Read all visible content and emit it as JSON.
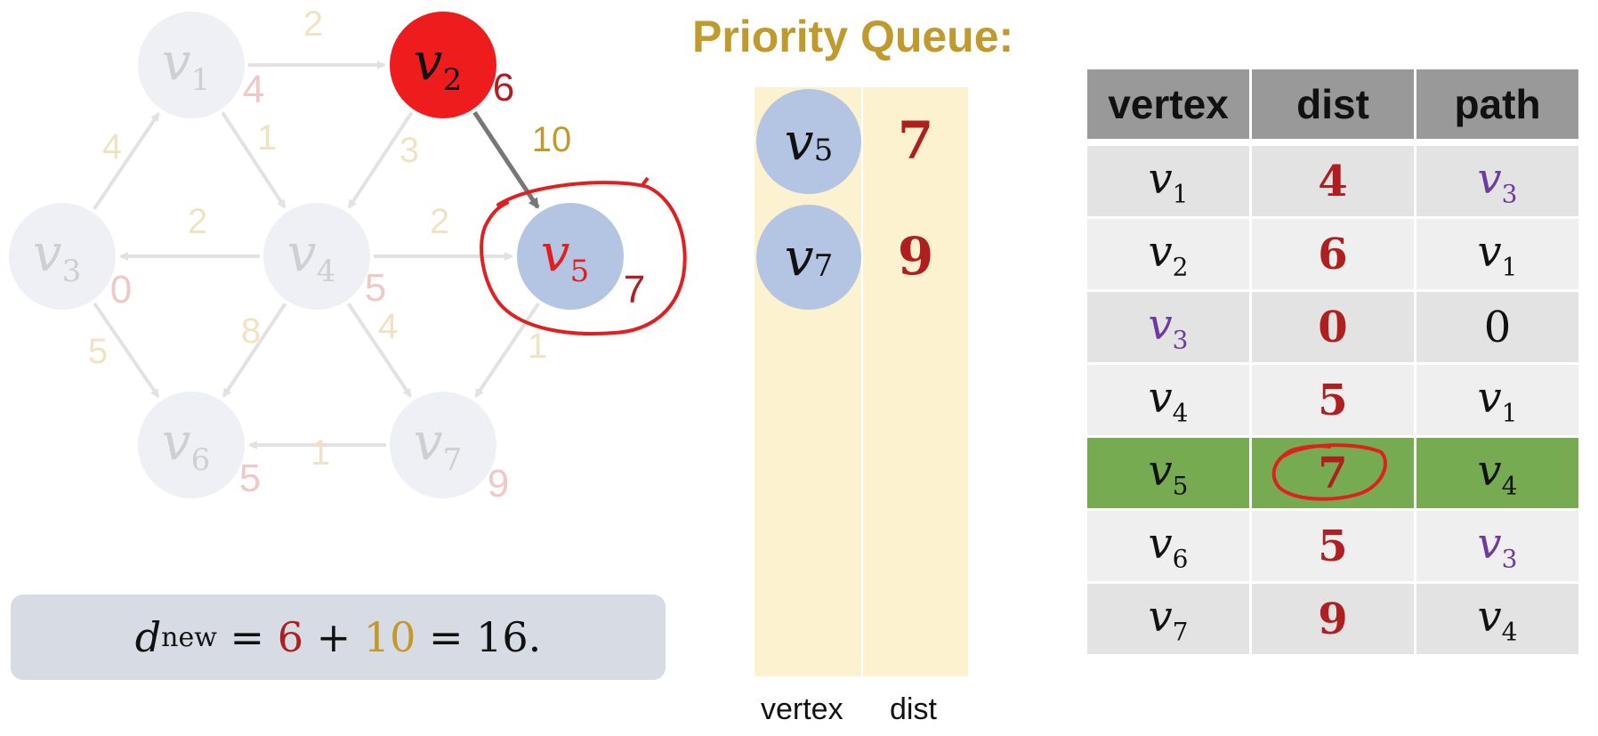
{
  "graph": {
    "nodes": [
      {
        "id": "v1",
        "label": "v",
        "sub": "1",
        "dist": "4",
        "state": "faded"
      },
      {
        "id": "v2",
        "label": "v",
        "sub": "2",
        "dist": "6",
        "state": "current"
      },
      {
        "id": "v3",
        "label": "v",
        "sub": "3",
        "dist": "0",
        "state": "faded"
      },
      {
        "id": "v4",
        "label": "v",
        "sub": "4",
        "dist": "5",
        "state": "faded"
      },
      {
        "id": "v5",
        "label": "v",
        "sub": "5",
        "dist": "7",
        "state": "updated"
      },
      {
        "id": "v6",
        "label": "v",
        "sub": "6",
        "dist": "5",
        "state": "faded"
      },
      {
        "id": "v7",
        "label": "v",
        "sub": "7",
        "dist": "9",
        "state": "faded"
      }
    ],
    "edges": [
      {
        "from": "v1",
        "to": "v2",
        "weight": "2",
        "active": false
      },
      {
        "from": "v1",
        "to": "v4",
        "weight": "1",
        "active": false
      },
      {
        "from": "v3",
        "to": "v1",
        "weight": "4",
        "active": false
      },
      {
        "from": "v2",
        "to": "v4",
        "weight": "3",
        "active": false
      },
      {
        "from": "v2",
        "to": "v5",
        "weight": "10",
        "active": true
      },
      {
        "from": "v4",
        "to": "v3",
        "weight": "2",
        "active": false
      },
      {
        "from": "v4",
        "to": "v5",
        "weight": "2",
        "active": false
      },
      {
        "from": "v3",
        "to": "v6",
        "weight": "5",
        "active": false
      },
      {
        "from": "v4",
        "to": "v6",
        "weight": "8",
        "active": false
      },
      {
        "from": "v4",
        "to": "v7",
        "weight": "4",
        "active": false
      },
      {
        "from": "v5",
        "to": "v7",
        "weight": "1",
        "active": false
      },
      {
        "from": "v7",
        "to": "v6",
        "weight": "1",
        "active": false
      }
    ]
  },
  "formula": {
    "var": "d",
    "sub": "new",
    "eq1": "=",
    "a": "6",
    "plus": "+",
    "b": "10",
    "eq2": "=",
    "result": "16."
  },
  "priority_queue": {
    "title": "Priority Queue:",
    "rows": [
      {
        "vertex": "v",
        "sub": "5",
        "dist": "7"
      },
      {
        "vertex": "v",
        "sub": "7",
        "dist": "9"
      }
    ],
    "col_vertex": "vertex",
    "col_dist": "dist"
  },
  "table": {
    "headers": [
      "vertex",
      "dist",
      "path"
    ],
    "rows": [
      {
        "vertex": "v",
        "vsub": "1",
        "dist": "4",
        "path": "v",
        "psub": "3",
        "path_color": "purple"
      },
      {
        "vertex": "v",
        "vsub": "2",
        "dist": "6",
        "path": "v",
        "psub": "1",
        "path_color": "black"
      },
      {
        "vertex": "v",
        "vsub": "3",
        "vertex_color": "purple",
        "dist": "0",
        "path": "0",
        "psub": "",
        "path_color": "black"
      },
      {
        "vertex": "v",
        "vsub": "4",
        "dist": "5",
        "path": "v",
        "psub": "1",
        "path_color": "black"
      },
      {
        "vertex": "v",
        "vsub": "5",
        "dist": "7",
        "path": "v",
        "psub": "4",
        "path_color": "black",
        "highlight": true
      },
      {
        "vertex": "v",
        "vsub": "6",
        "dist": "5",
        "path": "v",
        "psub": "3",
        "path_color": "purple"
      },
      {
        "vertex": "v",
        "vsub": "7",
        "dist": "9",
        "path": "v",
        "psub": "4",
        "path_color": "black"
      }
    ]
  },
  "colors": {
    "current_node": "#ee1c1c",
    "faded_node": "#eef0f6",
    "pq_node": "#b4c5e4",
    "dist_red": "#b01f1f",
    "weight_gold": "#c19a2e",
    "highlight_green": "#77ab52",
    "pen_red": "#e02020"
  }
}
